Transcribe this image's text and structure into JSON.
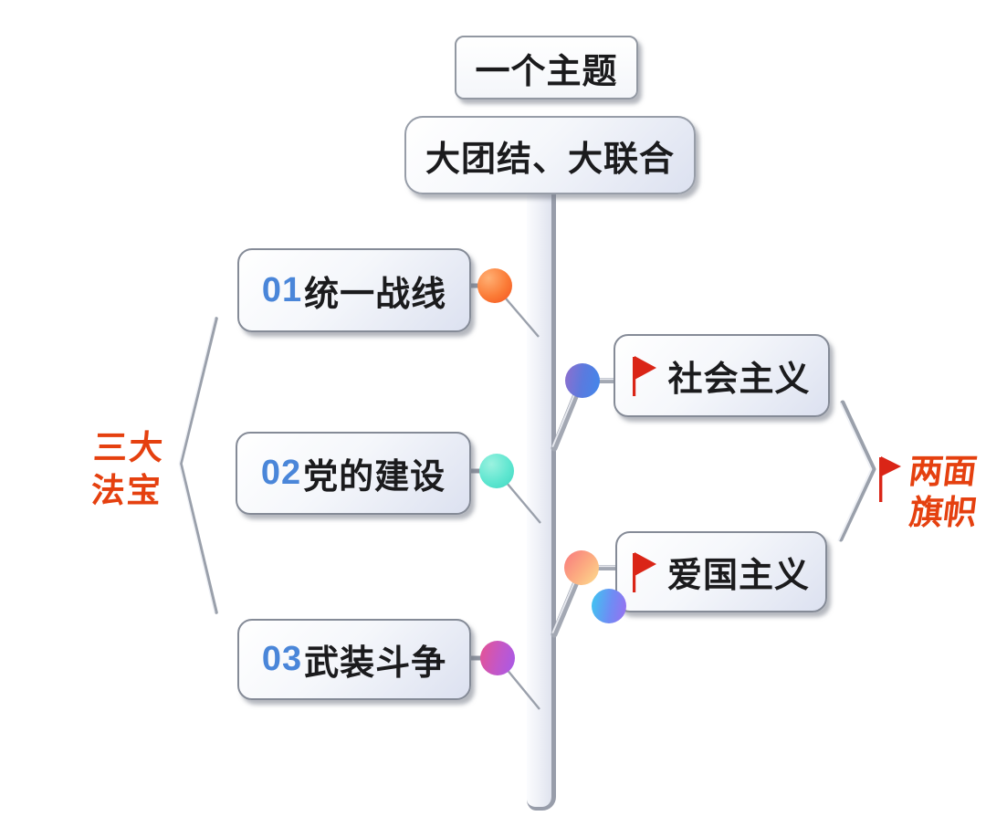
{
  "diagram": {
    "top_box": {
      "label": "一个主题"
    },
    "theme_box": {
      "label": "大团结、大联合"
    },
    "left_group": {
      "label_line1": "三大",
      "label_line2": "法宝",
      "items": [
        {
          "number": "01",
          "label": "统一战线",
          "dot_style": "background:radial-gradient(circle at 32% 28%, #ffb074 0%, #fb7b36 55%, #f4511e 100%)"
        },
        {
          "number": "02",
          "label": "党的建设",
          "dot_style": "background:radial-gradient(circle at 35% 30%, #9bf2e0 0%, #5fe6d0 55%, #3ed6c0 100%)"
        },
        {
          "number": "03",
          "label": "武装斗争",
          "dot_style": "background:linear-gradient(105deg, #e0549c 10%, #c257c9 55%, #a95ae6 95%)"
        }
      ]
    },
    "right_group": {
      "label_line1": "两面",
      "label_line2": "旗帜",
      "items": [
        {
          "label": "社会主义",
          "dot_style": "background:linear-gradient(100deg, #8a70cf 5%, #5b7ade 50%, #4486ea 95%)"
        },
        {
          "label": "爱国主义",
          "dot_style": "background:linear-gradient(130deg, #f9827e 10%, #fcae81 55%, #fdd98d 95%)",
          "dot2_style": "background:linear-gradient(100deg, #41c3f1 5%, #6f8cf4 55%, #9572f0 95%)"
        }
      ]
    },
    "colors": {
      "accent_red": "#e5400f",
      "flag_red": "#da2517",
      "number_blue": "#4a86d9",
      "line_gray": "#9aa0ab"
    }
  }
}
